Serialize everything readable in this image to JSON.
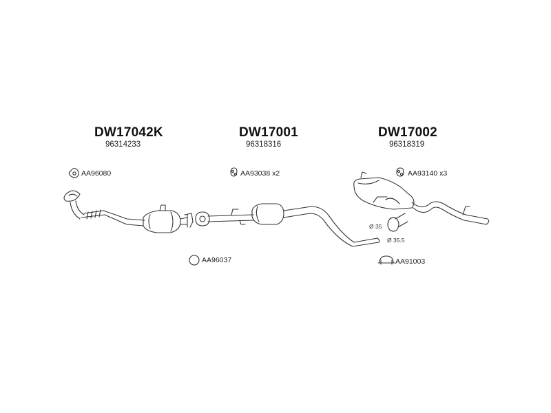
{
  "assemblies": [
    {
      "code": "DW17042K",
      "oem": "96314233"
    },
    {
      "code": "DW17001",
      "oem": "96318316"
    },
    {
      "code": "DW17002",
      "oem": "96318319"
    }
  ],
  "parts": {
    "gasket_front": "AA96080",
    "mount_a": "AA93038 x2",
    "mount_b": "AA93140 x3",
    "ring": "AA96037",
    "clamp": "AA91003"
  },
  "dimensions": {
    "d1": "Ø 35",
    "d2": "Ø 35.5"
  },
  "colors": {
    "line": "#333333",
    "text": "#222222"
  }
}
